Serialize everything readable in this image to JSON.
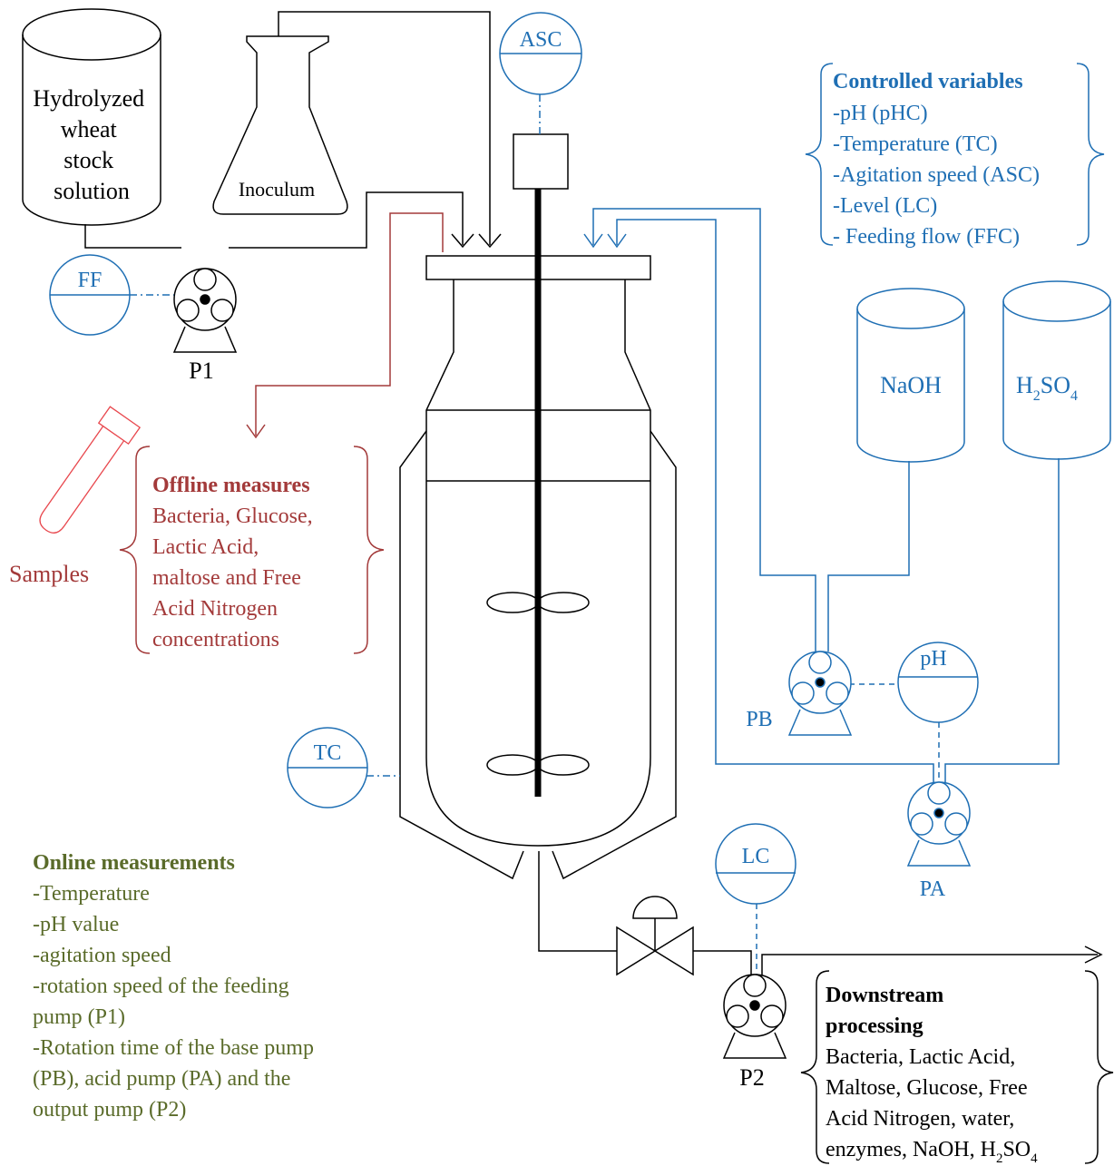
{
  "colors": {
    "black": "#000000",
    "blue": "#1f6fb4",
    "red": "#a33a3a",
    "green": "#5a6b2a",
    "sample_tube": "#e8474d"
  },
  "tanks": {
    "wheat": [
      "Hydrolyzed",
      "wheat",
      "stock",
      "solution"
    ],
    "inoculum": "Inoculum",
    "naoh": "NaOH",
    "h2so4": {
      "base": "H",
      "sub1": "2",
      "mid": "SO",
      "sub2": "4"
    }
  },
  "instruments": {
    "ff": "FF",
    "asc": "ASC",
    "tc": "TC",
    "ph": "pH",
    "lc": "LC"
  },
  "pumps": {
    "p1": "P1",
    "pb": "PB",
    "pa": "PA",
    "p2": "P2"
  },
  "samples": "Samples",
  "controlled": {
    "title": "Controlled variables",
    "items": [
      "-pH (pHC)",
      "-Temperature (TC)",
      "-Agitation speed (ASC)",
      "-Level (LC)",
      "- Feeding flow (FFC)"
    ]
  },
  "offline": {
    "title": "Offline measures",
    "lines": [
      "Bacteria, Glucose,",
      "Lactic Acid,",
      "maltose and Free",
      "Acid Nitrogen",
      "concentrations"
    ]
  },
  "online": {
    "title": "Online measurements",
    "lines": [
      "-Temperature",
      "-pH value",
      "-agitation speed",
      "-rotation speed of the feeding",
      "pump (P1)",
      "-Rotation time of the base pump",
      "(PB), acid pump (PA) and the",
      "output pump (P2)"
    ]
  },
  "downstream": {
    "title": [
      "Downstream",
      "processing"
    ],
    "lines": [
      "Bacteria, Lactic Acid,",
      "Maltose, Glucose, Free",
      "Acid Nitrogen, water,"
    ],
    "last": {
      "text": "enzymes, NaOH, H",
      "sub1": "2",
      "mid": "SO",
      "sub2": "4"
    }
  }
}
